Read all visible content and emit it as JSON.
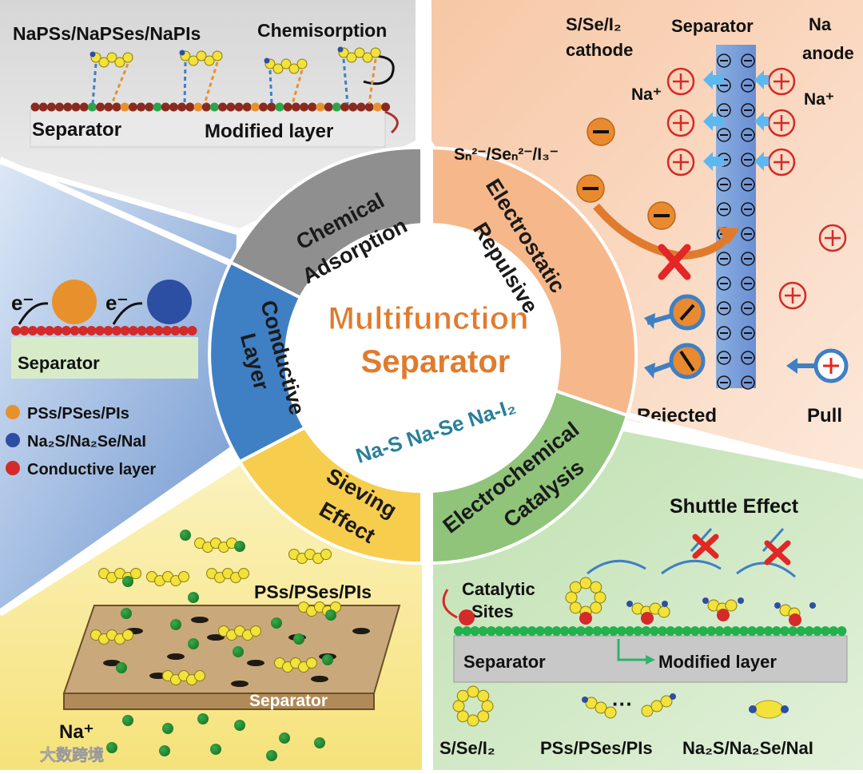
{
  "center": {
    "title_line1": "Multifunction",
    "title_line2": "Separator",
    "subtitle": "Na-S Na-Se Na-I₂"
  },
  "ring": {
    "chemical_line1": "Chemical",
    "chemical_line2": "Adsorption",
    "electrostatic_line1": "Electrostatic",
    "electrostatic_line2": "Repulsive",
    "conductive_line1": "Conductive",
    "conductive_line2": "Layer",
    "sieving_line1": "Sieving",
    "sieving_line2": "Effect",
    "catalysis_line1": "Electrochemical",
    "catalysis_line2": "Catalysis"
  },
  "chem_panel": {
    "species": "NaPSs/NaPSes/NaPIs",
    "chemisorption": "Chemisorption",
    "separator": "Separator",
    "modified_layer": "Modified layer"
  },
  "electro_panel": {
    "cathode_line1": "S/Se/I₂",
    "cathode_line2": "cathode",
    "separator": "Separator",
    "anode_line1": "Na",
    "anode_line2": "anode",
    "na_plus": "Na⁺",
    "anions": "Sₙ²⁻/Seₙ²⁻/I₃⁻",
    "rejected": "Rejected",
    "pull": "Pull"
  },
  "conductive_panel": {
    "electron": "e⁻",
    "separator": "Separator",
    "legend": [
      "PSs/PSes/PIs",
      "Na₂S/Na₂Se/NaI",
      "Conductive layer"
    ],
    "colors": {
      "pss": "#e8912c",
      "na2s": "#2c4ea3",
      "conductive": "#d42a2a"
    }
  },
  "sieving_panel": {
    "species": "PSs/PSes/PIs",
    "separator": "Separator",
    "na_plus": "Na⁺"
  },
  "catalysis_panel": {
    "shuttle": "Shuttle Effect",
    "catalytic_line1": "Catalytic",
    "catalytic_line2": "Sites",
    "separator": "Separator",
    "modified_layer": "Modified layer",
    "legend": [
      "S/Se/I₂",
      "PSs/PSes/PIs",
      "Na₂S/Na₂Se/NaI"
    ]
  },
  "watermark": "大数跨境",
  "colors": {
    "orange_text": "#e07b2e",
    "teal_text": "#2a7f9a",
    "chem_seg": "#8f8f8f",
    "electro_seg": "#f6b88b",
    "conductive_seg": "#3f7fc4",
    "sieving_seg": "#f7cd4e",
    "catalysis_seg": "#8fc47a"
  }
}
